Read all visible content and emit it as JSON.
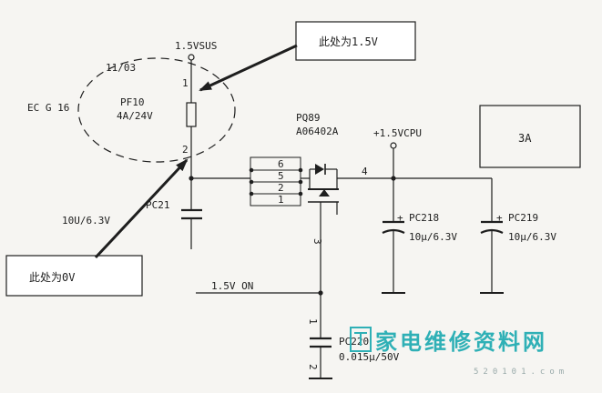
{
  "callouts": {
    "top": "此处为1.5V",
    "bottom": "此处为0V"
  },
  "boxes": {
    "current": "3A"
  },
  "rails": {
    "sus": "1.5VSUS",
    "cpu": "+1.5VCPU",
    "on": "1.5V ON"
  },
  "fuse": {
    "date": "11/03",
    "ref": "PF10",
    "rating": "4A/24V",
    "zone": "EC G 16",
    "pin1": "1",
    "pin2": "2"
  },
  "mosfet": {
    "ref": "PQ89",
    "part": "A06402A",
    "pins": [
      "6",
      "5",
      "2",
      "1"
    ],
    "drain_pin": "4",
    "gate_pin": "3"
  },
  "capacitors": {
    "pc21": {
      "ref": "PC21",
      "value": "10U/6.3V"
    },
    "pc218": {
      "ref": "PC218",
      "value": "10μ/6.3V",
      "polarity": "+"
    },
    "pc219": {
      "ref": "PC219",
      "value": "10μ/6.3V",
      "polarity": "+"
    },
    "pc220": {
      "ref": "PC220",
      "value": "0.015μ/50V",
      "pin1": "1",
      "pin2": "2"
    }
  },
  "watermark": {
    "text": "家电维修资料网",
    "url": "520101.com"
  },
  "colors": {
    "ink": "#1e1e1e",
    "watermark": "#2fb0b6",
    "paper": "#f6f5f2"
  }
}
